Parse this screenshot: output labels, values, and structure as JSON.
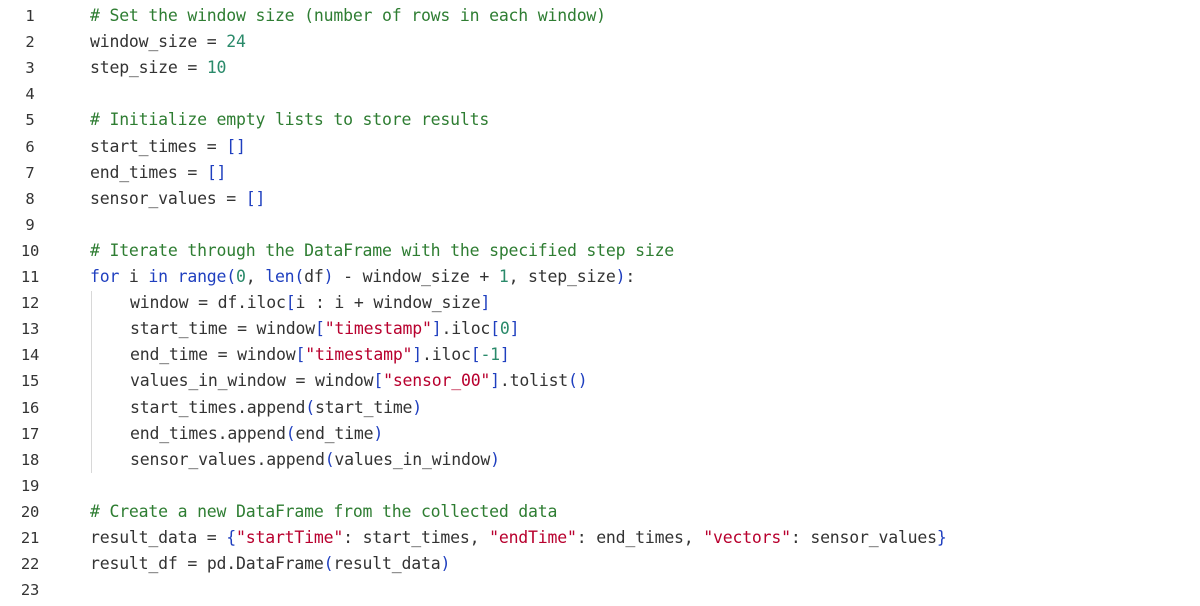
{
  "editor": {
    "language": "python",
    "colors": {
      "comment": "#2e7d32",
      "keyword": "#1f3fbf",
      "number": "#2a8a6a",
      "string": "#b8002e",
      "text": "#333333"
    },
    "lines": [
      {
        "num": "1",
        "indent": 0,
        "tokens": [
          {
            "t": "comment",
            "v": "# Set the window size (number of rows in each window)"
          }
        ]
      },
      {
        "num": "2",
        "indent": 0,
        "tokens": [
          {
            "t": "name",
            "v": "window_size"
          },
          {
            "t": "op",
            "v": " = "
          },
          {
            "t": "number",
            "v": "24"
          }
        ]
      },
      {
        "num": "3",
        "indent": 0,
        "tokens": [
          {
            "t": "name",
            "v": "step_size"
          },
          {
            "t": "op",
            "v": " = "
          },
          {
            "t": "number",
            "v": "10"
          }
        ]
      },
      {
        "num": "4",
        "indent": 0,
        "tokens": []
      },
      {
        "num": "5",
        "indent": 0,
        "tokens": [
          {
            "t": "comment",
            "v": "# Initialize empty lists to store results"
          }
        ]
      },
      {
        "num": "6",
        "indent": 0,
        "tokens": [
          {
            "t": "name",
            "v": "start_times"
          },
          {
            "t": "op",
            "v": " = "
          },
          {
            "t": "bracket",
            "v": "[]"
          }
        ]
      },
      {
        "num": "7",
        "indent": 0,
        "tokens": [
          {
            "t": "name",
            "v": "end_times"
          },
          {
            "t": "op",
            "v": " = "
          },
          {
            "t": "bracket",
            "v": "[]"
          }
        ]
      },
      {
        "num": "8",
        "indent": 0,
        "tokens": [
          {
            "t": "name",
            "v": "sensor_values"
          },
          {
            "t": "op",
            "v": " = "
          },
          {
            "t": "bracket",
            "v": "[]"
          }
        ]
      },
      {
        "num": "9",
        "indent": 0,
        "tokens": []
      },
      {
        "num": "10",
        "indent": 0,
        "tokens": [
          {
            "t": "comment",
            "v": "# Iterate through the DataFrame with the specified step size"
          }
        ]
      },
      {
        "num": "11",
        "indent": 0,
        "tokens": [
          {
            "t": "keyword",
            "v": "for"
          },
          {
            "t": "name",
            "v": " i "
          },
          {
            "t": "keyword",
            "v": "in"
          },
          {
            "t": "name",
            "v": " "
          },
          {
            "t": "builtin",
            "v": "range"
          },
          {
            "t": "bracket",
            "v": "("
          },
          {
            "t": "number",
            "v": "0"
          },
          {
            "t": "op",
            "v": ", "
          },
          {
            "t": "builtin",
            "v": "len"
          },
          {
            "t": "bracket",
            "v": "("
          },
          {
            "t": "name",
            "v": "df"
          },
          {
            "t": "bracket",
            "v": ")"
          },
          {
            "t": "op",
            "v": " - "
          },
          {
            "t": "name",
            "v": "window_size"
          },
          {
            "t": "op",
            "v": " + "
          },
          {
            "t": "number",
            "v": "1"
          },
          {
            "t": "op",
            "v": ", "
          },
          {
            "t": "name",
            "v": "step_size"
          },
          {
            "t": "bracket",
            "v": ")"
          },
          {
            "t": "op",
            "v": ":"
          }
        ]
      },
      {
        "num": "12",
        "indent": 1,
        "tokens": [
          {
            "t": "name",
            "v": "window"
          },
          {
            "t": "op",
            "v": " = "
          },
          {
            "t": "name",
            "v": "df.iloc"
          },
          {
            "t": "bracket",
            "v": "["
          },
          {
            "t": "name",
            "v": "i"
          },
          {
            "t": "op",
            "v": " : "
          },
          {
            "t": "name",
            "v": "i"
          },
          {
            "t": "op",
            "v": " + "
          },
          {
            "t": "name",
            "v": "window_size"
          },
          {
            "t": "bracket",
            "v": "]"
          }
        ]
      },
      {
        "num": "13",
        "indent": 1,
        "tokens": [
          {
            "t": "name",
            "v": "start_time"
          },
          {
            "t": "op",
            "v": " = "
          },
          {
            "t": "name",
            "v": "window"
          },
          {
            "t": "bracket",
            "v": "["
          },
          {
            "t": "string",
            "v": "\"timestamp\""
          },
          {
            "t": "bracket",
            "v": "]"
          },
          {
            "t": "name",
            "v": ".iloc"
          },
          {
            "t": "bracket",
            "v": "["
          },
          {
            "t": "number",
            "v": "0"
          },
          {
            "t": "bracket",
            "v": "]"
          }
        ]
      },
      {
        "num": "14",
        "indent": 1,
        "tokens": [
          {
            "t": "name",
            "v": "end_time"
          },
          {
            "t": "op",
            "v": " = "
          },
          {
            "t": "name",
            "v": "window"
          },
          {
            "t": "bracket",
            "v": "["
          },
          {
            "t": "string",
            "v": "\"timestamp\""
          },
          {
            "t": "bracket",
            "v": "]"
          },
          {
            "t": "name",
            "v": ".iloc"
          },
          {
            "t": "bracket",
            "v": "["
          },
          {
            "t": "number",
            "v": "-1"
          },
          {
            "t": "bracket",
            "v": "]"
          }
        ]
      },
      {
        "num": "15",
        "indent": 1,
        "tokens": [
          {
            "t": "name",
            "v": "values_in_window"
          },
          {
            "t": "op",
            "v": " = "
          },
          {
            "t": "name",
            "v": "window"
          },
          {
            "t": "bracket",
            "v": "["
          },
          {
            "t": "string",
            "v": "\"sensor_00\""
          },
          {
            "t": "bracket",
            "v": "]"
          },
          {
            "t": "name",
            "v": ".tolist"
          },
          {
            "t": "bracket",
            "v": "()"
          }
        ]
      },
      {
        "num": "16",
        "indent": 1,
        "tokens": [
          {
            "t": "name",
            "v": "start_times.append"
          },
          {
            "t": "bracket",
            "v": "("
          },
          {
            "t": "name",
            "v": "start_time"
          },
          {
            "t": "bracket",
            "v": ")"
          }
        ]
      },
      {
        "num": "17",
        "indent": 1,
        "tokens": [
          {
            "t": "name",
            "v": "end_times.append"
          },
          {
            "t": "bracket",
            "v": "("
          },
          {
            "t": "name",
            "v": "end_time"
          },
          {
            "t": "bracket",
            "v": ")"
          }
        ]
      },
      {
        "num": "18",
        "indent": 1,
        "tokens": [
          {
            "t": "name",
            "v": "sensor_values.append"
          },
          {
            "t": "bracket",
            "v": "("
          },
          {
            "t": "name",
            "v": "values_in_window"
          },
          {
            "t": "bracket",
            "v": ")"
          }
        ]
      },
      {
        "num": "19",
        "indent": 0,
        "tokens": []
      },
      {
        "num": "20",
        "indent": 0,
        "tokens": [
          {
            "t": "comment",
            "v": "# Create a new DataFrame from the collected data"
          }
        ]
      },
      {
        "num": "21",
        "indent": 0,
        "tokens": [
          {
            "t": "name",
            "v": "result_data"
          },
          {
            "t": "op",
            "v": " = "
          },
          {
            "t": "bracket",
            "v": "{"
          },
          {
            "t": "string",
            "v": "\"startTime\""
          },
          {
            "t": "op",
            "v": ": "
          },
          {
            "t": "name",
            "v": "start_times"
          },
          {
            "t": "op",
            "v": ", "
          },
          {
            "t": "string",
            "v": "\"endTime\""
          },
          {
            "t": "op",
            "v": ": "
          },
          {
            "t": "name",
            "v": "end_times"
          },
          {
            "t": "op",
            "v": ", "
          },
          {
            "t": "string",
            "v": "\"vectors\""
          },
          {
            "t": "op",
            "v": ": "
          },
          {
            "t": "name",
            "v": "sensor_values"
          },
          {
            "t": "bracket",
            "v": "}"
          }
        ]
      },
      {
        "num": "22",
        "indent": 0,
        "tokens": [
          {
            "t": "name",
            "v": "result_df"
          },
          {
            "t": "op",
            "v": " = "
          },
          {
            "t": "name",
            "v": "pd.DataFrame"
          },
          {
            "t": "bracket",
            "v": "("
          },
          {
            "t": "name",
            "v": "result_data"
          },
          {
            "t": "bracket",
            "v": ")"
          }
        ]
      },
      {
        "num": "23",
        "indent": 0,
        "tokens": []
      }
    ]
  }
}
